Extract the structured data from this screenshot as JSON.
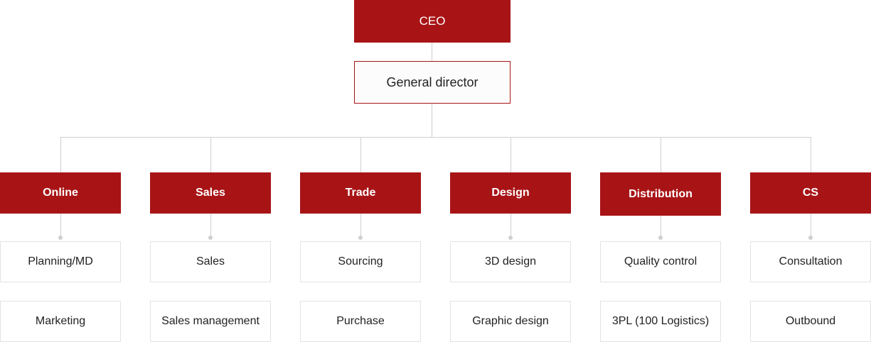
{
  "ceo": "CEO",
  "general_director": "General director",
  "departments": [
    {
      "name": "Online",
      "items": [
        "Planning/MD",
        "Marketing"
      ]
    },
    {
      "name": "Sales",
      "items": [
        "Sales",
        "Sales management"
      ]
    },
    {
      "name": "Trade",
      "items": [
        "Sourcing",
        "Purchase"
      ]
    },
    {
      "name": "Design",
      "items": [
        "3D design",
        "Graphic design"
      ]
    },
    {
      "name": "Distribution",
      "items": [
        "Quality control",
        "3PL (100 Logistics)"
      ]
    },
    {
      "name": "CS",
      "items": [
        "Consultation",
        "Outbound"
      ]
    }
  ],
  "colors": {
    "accent": "#a81416",
    "connector": "#cfcfcf",
    "border": "#e3e3e3"
  }
}
